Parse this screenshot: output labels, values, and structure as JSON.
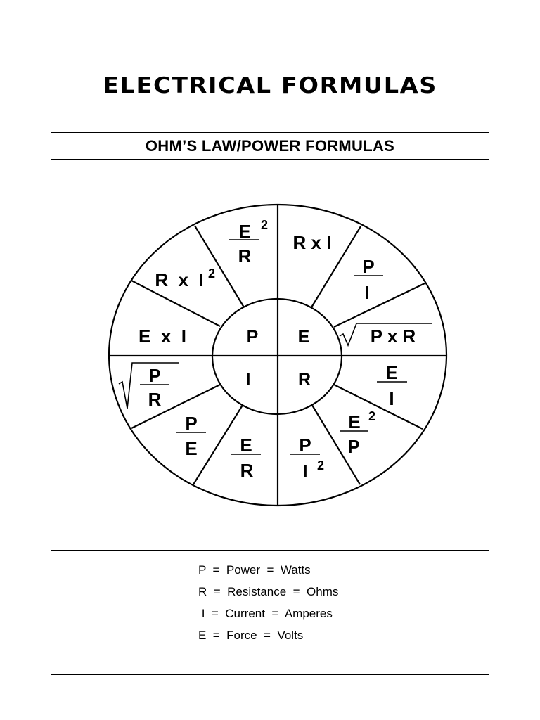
{
  "title": "ELECTRICAL FORMULAS",
  "section_title": "OHM’S LAW/POWER  FORMULAS",
  "wheel": {
    "center": {
      "p": "P",
      "e": "E",
      "i": "I",
      "r": "R"
    },
    "e_over_r_squared": {
      "numerator": "E",
      "exponent": "2",
      "denominator": "R"
    },
    "r_times_i": "R x I",
    "p_over_i": {
      "numerator": "P",
      "denominator": "I"
    },
    "sqrt_p_times_r": "P x R",
    "e_over_i": {
      "numerator": "E",
      "denominator": "I"
    },
    "e_squared_over_p": {
      "numerator": "E",
      "exponent": "2",
      "denominator": "P"
    },
    "p_over_i_squared": {
      "numerator": "P",
      "denominator": "I",
      "exponent": "2"
    },
    "e_over_r": {
      "numerator": "E",
      "denominator": "R"
    },
    "p_over_e": {
      "numerator": "P",
      "denominator": "E"
    },
    "sqrt_p_over_r": {
      "numerator": "P",
      "denominator": "R"
    },
    "e_times_i": "E  x  I",
    "r_times_i_squared": {
      "base": "R  x  I",
      "exponent": "2"
    }
  },
  "legend": [
    "P  =  Power  =  Watts",
    "R  =  Resistance  =  Ohms",
    " I  =  Current  =  Amperes",
    "E  =  Force  =  Volts"
  ]
}
